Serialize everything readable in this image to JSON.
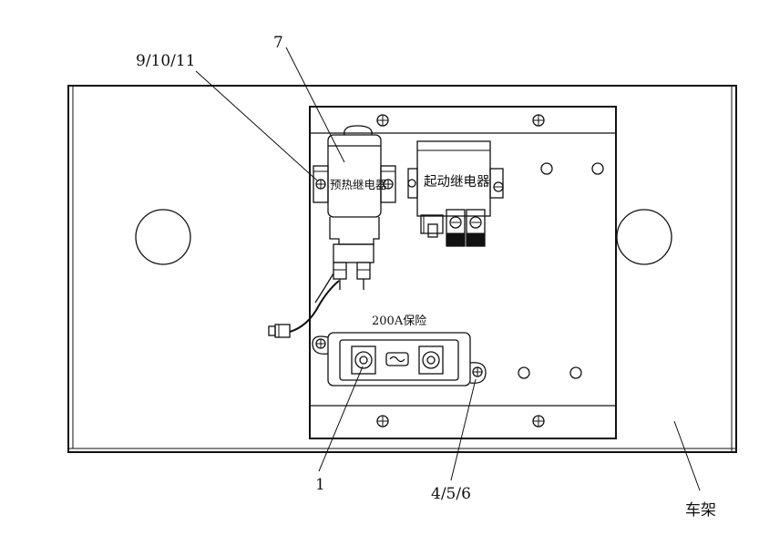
{
  "labels": {
    "preheat_callout": "9/10/11",
    "preheat_number": "7",
    "fuse_number": "1",
    "bolt_callout": "4/5/6",
    "frame": "车架"
  },
  "components": {
    "preheat_relay": "预热继电器",
    "start_relay": "起动继电器",
    "fuse": "200A保险"
  }
}
